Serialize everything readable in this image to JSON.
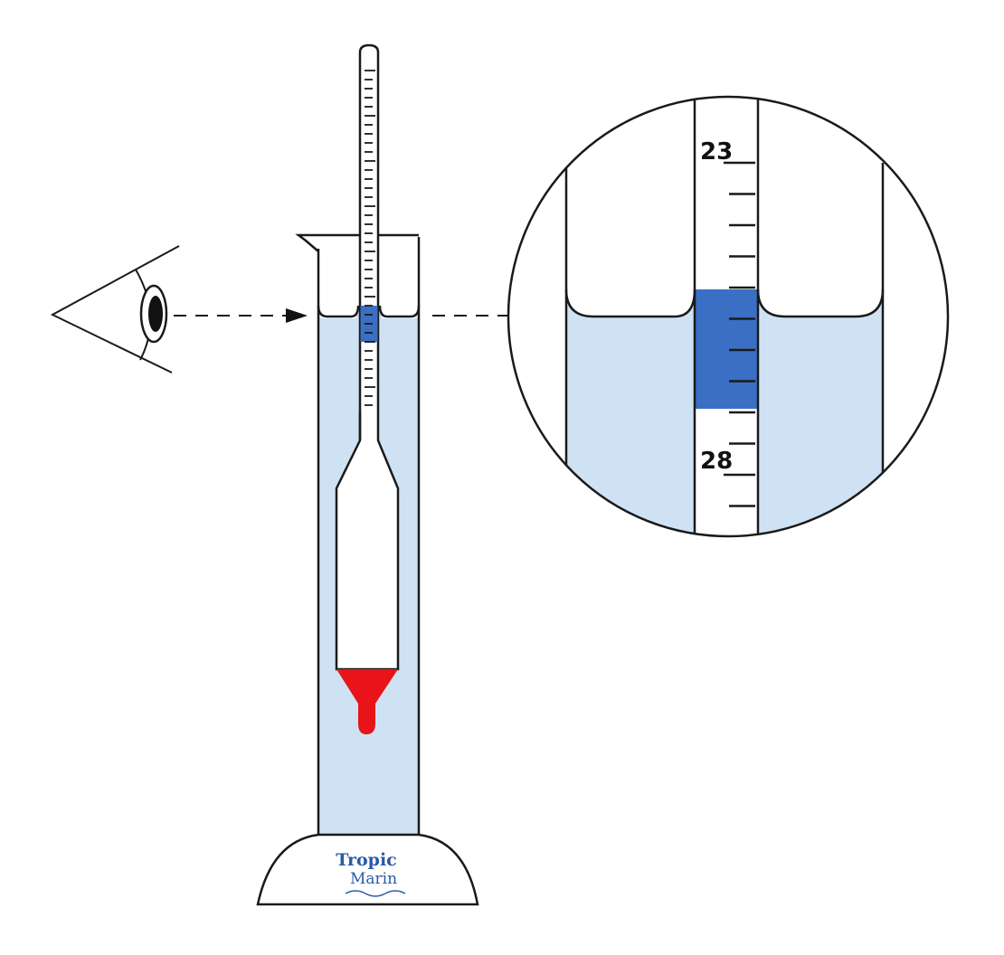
{
  "colors": {
    "water": "#cfe2f3",
    "highlight": "#3b6fc4",
    "bulb_weight": "#e8141a",
    "outline": "#1a1a1a",
    "logo": "#2a5aa8"
  },
  "icons": [
    "eye-icon",
    "arrow-right-icon"
  ],
  "magnifier": {
    "scale_labels": [
      "23",
      "28"
    ],
    "reading_band": "shaded highlight at the meniscus"
  },
  "logo": {
    "line1": "Tropic",
    "line2": "Marin"
  }
}
